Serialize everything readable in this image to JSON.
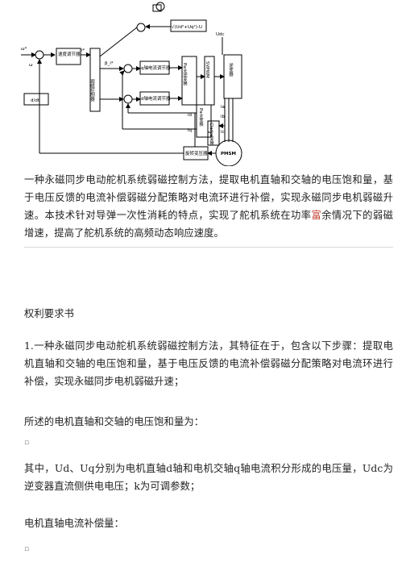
{
  "diagram": {
    "labels": {
      "omega_ref": "ω*",
      "omega": "ω",
      "speed_controller": "速度调节器",
      "iq_ref": "i*",
      "flux_weakening_controller": "弱磁控制器",
      "id_ref": "β_i*",
      "voltage_limit": "√(Ud²+Uq²)-U",
      "udc": "Udc",
      "q_current_controller": "q轴电流调节器",
      "d_current_controller": "d轴电流调节器",
      "inverse_park": "Park逆变换",
      "svpwm": "SVPWM",
      "inverter": "逆变器",
      "park": "Park变换",
      "clarke": "Clarke变换",
      "d_dt": "d/dt",
      "resolver": "旋转变压器",
      "pmsm": "PMSM",
      "id": "id",
      "iq": "iq",
      "ia": "ia",
      "ib": "ib",
      "ic": "ic"
    }
  },
  "abstract": {
    "before": "一种永磁同步电动舵机系统弱磁控制方法，提取电机直轴和交轴的电压饱和量，基于电压反馈的电流补偿弱磁分配策略对电流环进行补偿，实现永磁同步电机弱磁升速。本技术针对导弹一次性消耗的特点，实现了舵机系统在功率",
    "highlight": "富",
    "after": "余情况下的弱磁增速，提高了舵机系统的高频动态响应速度。"
  },
  "heading": "权利要求书",
  "claim_1": "1.一种永磁同步电动舵机系统弱磁控制方法，其特征在于，包含以下步骤：提取电机直轴和交轴的电压饱和量，基于电压反馈的电流补偿弱磁分配策略对电流环进行补偿，实现永磁同步电机弱磁升速；",
  "voltage_intro": "所述的电机直轴和交轴的电压饱和量为：",
  "formula_1": "▫",
  "where_text": "其中，Ud、Uq分别为电机直轴d轴和电机交轴q轴电流积分形成的电压量，Udc为逆变器直流侧供电电压；k为可调参数；",
  "comp_intro": "电机直轴电流补偿量：",
  "formula_2": "▫"
}
